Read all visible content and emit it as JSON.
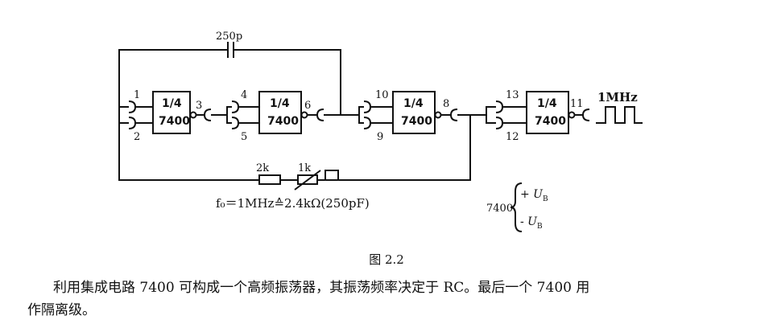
{
  "figure": {
    "capacitor_label": "250p",
    "gates": [
      {
        "fraction": "1/4",
        "part": "7400",
        "in_pins": [
          "1",
          "2"
        ],
        "out_pin": "3"
      },
      {
        "fraction": "1/4",
        "part": "7400",
        "in_pins": [
          "4",
          "5"
        ],
        "out_pin": "6"
      },
      {
        "fraction": "1/4",
        "part": "7400",
        "in_pins": [
          "10",
          "9"
        ],
        "out_pin": "8"
      },
      {
        "fraction": "1/4",
        "part": "7400",
        "in_pins": [
          "13",
          "12"
        ],
        "out_pin": "11"
      }
    ],
    "resistor_fixed_label": "2k",
    "resistor_variable_label": "1k",
    "formula": "f₀＝1MHz≙2.4kΩ(250pF)",
    "output_label": "1MHz",
    "supply": {
      "part": "7400",
      "plus": "+ U",
      "minus": "- U",
      "subscript": "B"
    }
  },
  "caption": "图 2.2",
  "description": {
    "line1": "利用集成电路 7400 可构成一个高频振荡器，其振荡频率决定于 RC。最后一个 7400 用",
    "line2": "作隔离级。"
  }
}
